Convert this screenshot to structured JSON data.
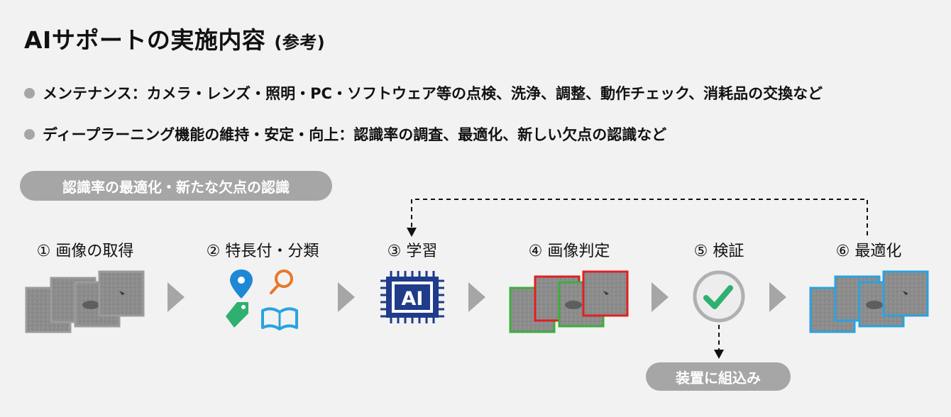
{
  "title": {
    "main": "AIサポートの実施内容",
    "sub": "(参考)"
  },
  "bullets": [
    {
      "text": "メンテナンス：カメラ・レンズ・照明・PC・ソフトウェア等の点検、洗浄、調整、動作チェック、消耗品の交換など"
    },
    {
      "text": "ディープラーニング機能の維持・安定・向上：認識率の調査、最適化、新しい欠点の認識など"
    }
  ],
  "pill_top": "認識率の最適化・新たな欠点の認識",
  "pill_bottom": "装置に組込み",
  "steps": [
    {
      "label": "① 画像の取得",
      "icon": "image-stack-gray"
    },
    {
      "label": "② 特長付・分類",
      "icon": "pin-search-tag-book-icons"
    },
    {
      "label": "③ 学習",
      "icon": "ai-chip"
    },
    {
      "label": "④ 画像判定",
      "icon": "image-stack-judged"
    },
    {
      "label": "⑤ 検証",
      "icon": "checkmark-circle"
    },
    {
      "label": "⑥ 最適化",
      "icon": "image-stack-optimized"
    }
  ],
  "ai_chip_text": "AI",
  "colors": {
    "pill_gray": "#a6a6a6",
    "arrow_gray": "#a6a6a6",
    "chip_blue": "#1f3b8a",
    "ng_red": "#e02020",
    "ok_green": "#3cae3c",
    "optimized_blue": "#29a3e0",
    "check_green": "#2fb070",
    "pin_blue": "#1e88d6",
    "search_orange": "#e8782a",
    "tag_green": "#2fb070",
    "book_blue": "#29a3e0"
  }
}
